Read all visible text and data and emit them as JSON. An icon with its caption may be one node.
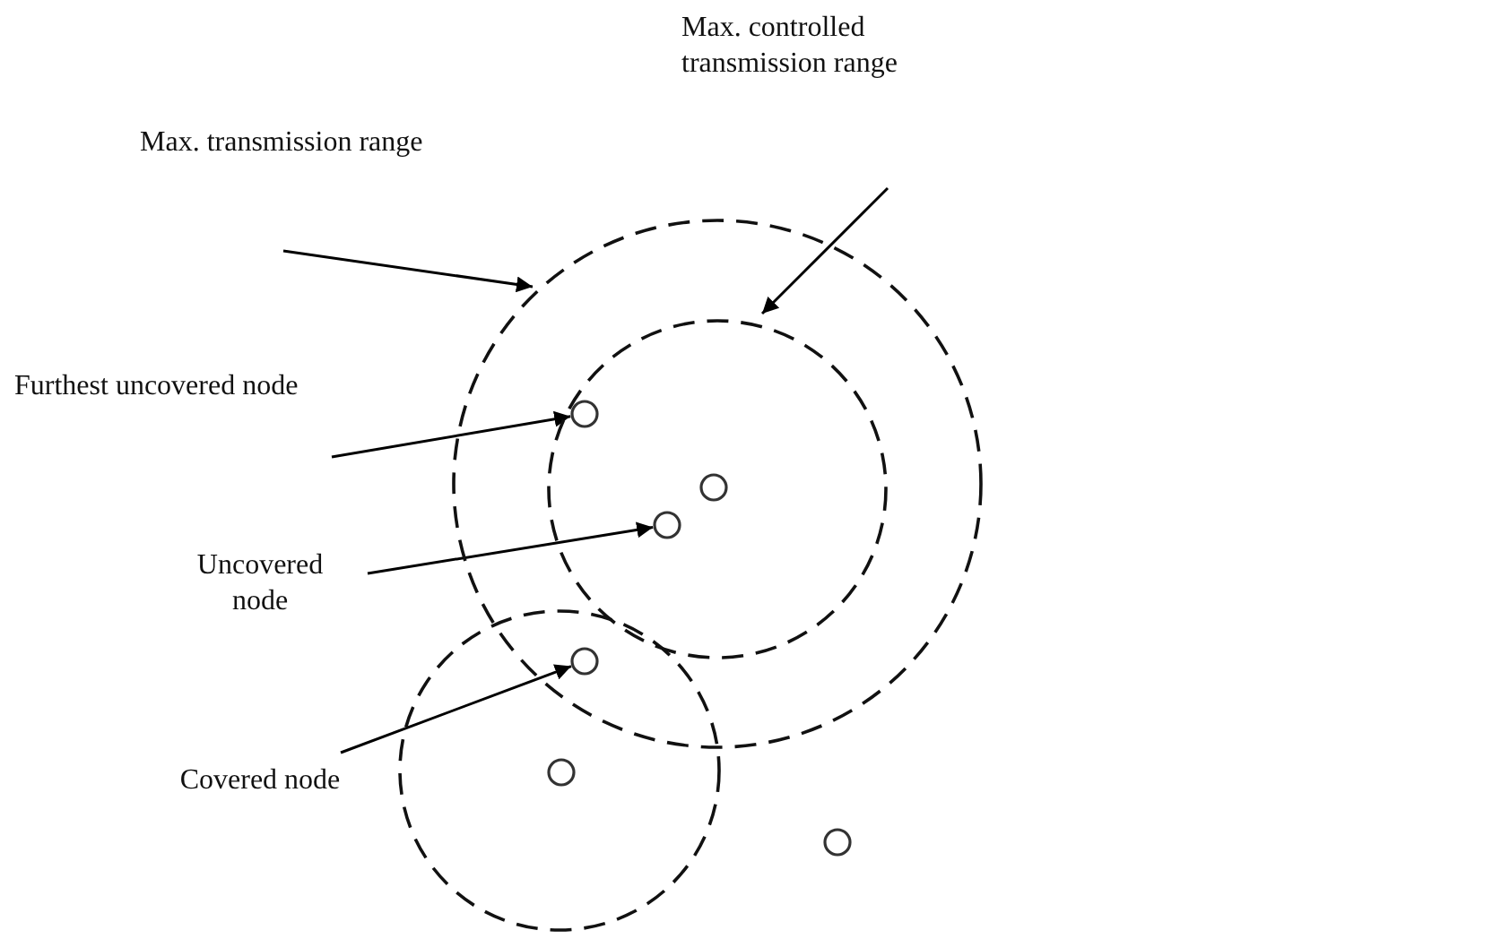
{
  "diagram": {
    "nodes": [
      {
        "text": [
          "Max. controlled transmission range"
        ]
      },
      {
        "text": [
          "Max. transmission range"
        ]
      },
      {
        "text": [],
        "shape": "circle"
      },
      {
        "text": [],
        "shape": "circle",
        "in": 2
      },
      {
        "text": [],
        "shape": "circle"
      },
      {
        "text": [
          "Furthest uncovered node"
        ]
      },
      {
        "text": [
          "Uncovered node"
        ]
      },
      {
        "text": [
          "Covered node"
        ]
      },
      {
        "text": [],
        "shape": "circle",
        "in": 3
      },
      {
        "text": [],
        "shape": "circle",
        "in": 3
      },
      {
        "text": [],
        "shape": "circle",
        "in": 3
      },
      {
        "text": [],
        "shape": "circle"
      },
      {
        "text": [],
        "shape": "circle",
        "in": 4
      },
      {
        "text": [],
        "shape": "circle"
      }
    ],
    "edges": [
      {
        "from": null,
        "to": 3,
        "arrow": "to"
      },
      {
        "from": null,
        "to": 2,
        "arrow": "to"
      },
      {
        "from": 5,
        "to": 8,
        "arrow": "to"
      },
      {
        "from": 6,
        "to": 9,
        "arrow": "to"
      },
      {
        "from": 7,
        "to": 11,
        "arrow": "to"
      }
    ]
  }
}
